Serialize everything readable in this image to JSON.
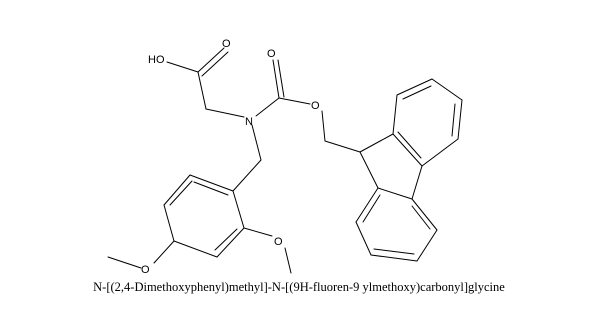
{
  "atoms": {
    "hydroxyl": "HO",
    "acid_carbonyl_oxygen": "O",
    "amine_nitrogen": "N",
    "carbamate_carbonyl_oxygen": "O",
    "carbamate_ester_oxygen": "O",
    "ortho_methoxy_oxygen": "O",
    "para_methoxy_oxygen": "O"
  },
  "compound_name": "N-[(2,4-Dimethoxyphenyl)methyl]-N-[(9H-fluoren-9 ylmethoxy)carbonyl]glycine",
  "colors": {
    "bond": "#000000",
    "text": "#000000",
    "background": "#ffffff"
  }
}
